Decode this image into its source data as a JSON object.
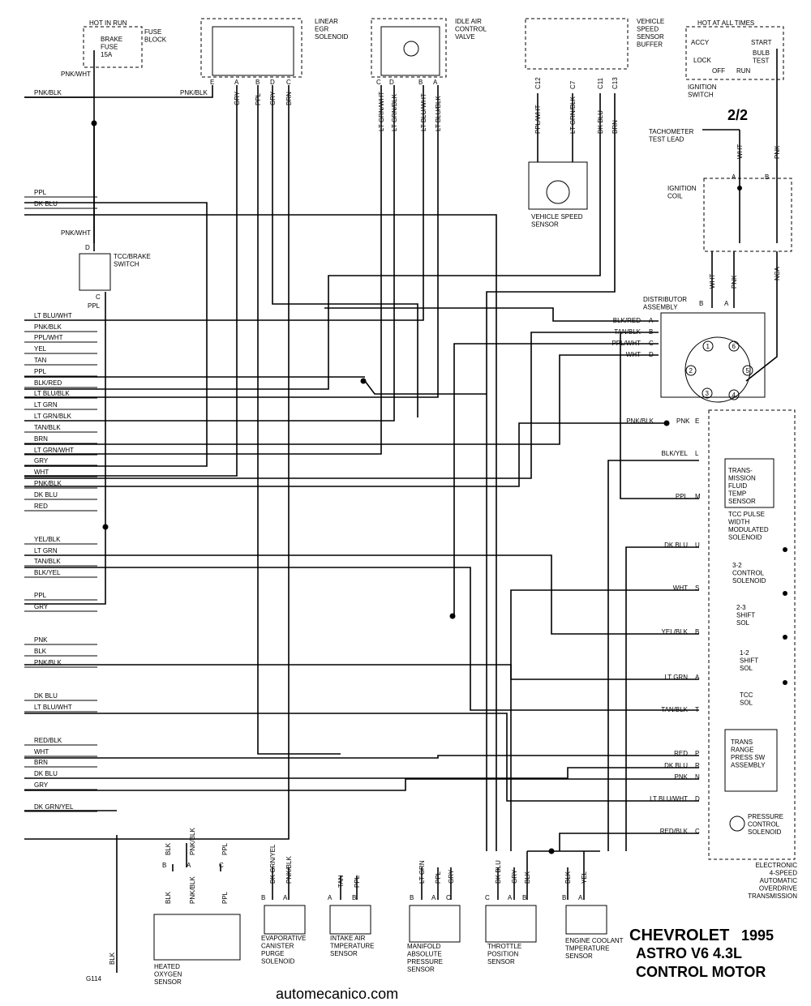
{
  "left_wires": [
    "PNK/WHT",
    "PNK/BLK",
    "PPL",
    "DK BLU",
    "PNK/WHT",
    "LT BLU/WHT",
    "PNK/BLK",
    "PPL/WHT",
    "YEL",
    "TAN",
    "PPL",
    "BLK/RED",
    "LT BLU/BLK",
    "LT GRN",
    "LT GRN/BLK",
    "TAN/BLK",
    "BRN",
    "LT GRN/WHT",
    "GRY",
    "WHT",
    "PNK/BLK",
    "DK BLU",
    "RED",
    "YEL/BLK",
    "LT GRN",
    "TAN/BLK",
    "BLK/YEL",
    "PPL",
    "GRY",
    "PNK",
    "BLK",
    "PNK/BLK",
    "DK BLU",
    "LT BLU/WHT",
    "RED/BLK",
    "WHT",
    "BRN",
    "DK BLU",
    "GRY",
    "DK GRN/YEL"
  ],
  "fuse": {
    "hot": "HOT IN RUN",
    "name": "BRAKE\nFUSE\n15A",
    "block": "FUSE\nBLOCK"
  },
  "tcc": {
    "name": "TCC/BRAKE\nSWITCH",
    "pinD": "D",
    "pinC": "C",
    "wireC": "PPL"
  },
  "egr": {
    "name": "LINEAR\nEGR\nSOLENOID",
    "pins": [
      "E",
      "A",
      "B",
      "D",
      "C"
    ],
    "wires": [
      "PNK/BLK",
      "GRY",
      "PPL",
      "GRY",
      "BRN"
    ]
  },
  "iac": {
    "name": "IDLE AIR\nCONTROL\nVALVE",
    "pins": [
      "C",
      "D",
      "B",
      "A"
    ],
    "wires": [
      "LT GRN/WHT",
      "LT GRN/BLK",
      "LT BLU/WHT",
      "LT BLU/BLK"
    ]
  },
  "vss_buffer": {
    "name": "VEHICLE\nSPEED\nSENSOR\nBUFFER",
    "pins": [
      "C12",
      "C7",
      "C11",
      "C13"
    ],
    "wires": [
      "PPL/WHT",
      "LT GRN/BLK",
      "DK BLU",
      "BRN"
    ]
  },
  "vss": {
    "name": "VEHICLE SPEED\nSENSOR"
  },
  "ign_switch": {
    "hot": "HOT AT ALL TIMES",
    "labels": [
      "ACCY",
      "START",
      "LOCK",
      "BULB\nTEST",
      "OFF",
      "RUN"
    ],
    "name": "IGNITION\nSWITCH"
  },
  "page_ref": "2/2",
  "tach": {
    "name": "TACHOMETER\nTEST LEAD",
    "wires": [
      "WHT",
      "PNK"
    ],
    "pins": [
      "A",
      "B"
    ]
  },
  "coil": {
    "name": "IGNITION\nCOIL",
    "wires": [
      "WHT",
      "PNK",
      "NCA"
    ],
    "pins": [
      "B",
      "A"
    ]
  },
  "distributor": {
    "name": "DISTRIBUTOR\nASSEMBLY",
    "pins": [
      "A",
      "B",
      "C",
      "D"
    ],
    "wires": [
      "BLK/RED",
      "TAN/BLK",
      "PPL/WHT",
      "WHT"
    ],
    "cylinders": [
      "1",
      "2",
      "3",
      "4",
      "5",
      "6"
    ]
  },
  "transmission": {
    "pins": [
      {
        "wire": "PNK/BLK",
        "pin": "E"
      },
      {
        "wire": "PNK",
        "pin": "E"
      },
      {
        "wire": "BLK/YEL",
        "pin": "L"
      },
      {
        "wire": "PPL",
        "pin": "M"
      },
      {
        "wire": "DK BLU",
        "pin": "U"
      },
      {
        "wire": "WHT",
        "pin": "S"
      },
      {
        "wire": "YEL/BLK",
        "pin": "B"
      },
      {
        "wire": "LT GRN",
        "pin": "A"
      },
      {
        "wire": "TAN/BLK",
        "pin": "T"
      },
      {
        "wire": "RED",
        "pin": "P"
      },
      {
        "wire": "DK BLU",
        "pin": "R"
      },
      {
        "wire": "PNK",
        "pin": "N"
      },
      {
        "wire": "LT BLU/WHT",
        "pin": "D"
      },
      {
        "wire": "RED/BLK",
        "pin": "C"
      }
    ],
    "components": [
      "TRANS-\nMISSION\nFLUID\nTEMP\nSENSOR",
      "TCC PULSE\nWIDTH\nMODULATED\nSOLENOID",
      "3-2\nCONTROL\nSOLENOID",
      "2-3\nSHIFT\nSOL",
      "1-2\nSHIFT\nSOL",
      "TCC\nSOL",
      "TRANS\nRANGE\nPRESS SW\nASSEMBLY",
      "PRESSURE\nCONTROL\nSOLENOID"
    ],
    "name": "ELECTRONIC\n4-SPEED\nAUTOMATIC\nOVERDRIVE\nTRANSMISSION"
  },
  "o2": {
    "pins": [
      "B",
      "A",
      "C"
    ],
    "wires": [
      "BLK",
      "PNK/BLK",
      "PPL"
    ],
    "name": "HEATED\nOXYGEN\nSENSOR",
    "ground": "BLK",
    "g": "G114"
  },
  "evap": {
    "pins": [
      "B",
      "A"
    ],
    "wires": [
      "DK GRN/YEL",
      "PNK/BLK"
    ],
    "name": "EVAPORATIVE\nCANISTER\nPURGE\nSOLENOID"
  },
  "iat": {
    "pins": [
      "A",
      "B"
    ],
    "wires": [
      "TAN",
      "PPL"
    ],
    "name": "INTAKE AIR\nTMPERATURE\nSENSOR"
  },
  "map": {
    "pins": [
      "B",
      "A",
      "C"
    ],
    "wires": [
      "LT GRN",
      "PPL",
      "GRY"
    ],
    "name": "MANIFOLD\nABSOLUTE\nPRESSURE\nSENSOR"
  },
  "tps": {
    "pins": [
      "C",
      "A",
      "B"
    ],
    "wires": [
      "DK BLU",
      "GRY",
      "BLK"
    ],
    "name": "THROTTLE\nPOSITION\nSENSOR"
  },
  "ect": {
    "pins": [
      "B",
      "A"
    ],
    "wires": [
      "BLK",
      "YEL"
    ],
    "name": "ENGINE COOLANT\nTMPERATURE\nSENSOR"
  },
  "title": {
    "make": "CHEVROLET",
    "year": "1995",
    "model": "ASTRO V6 4.3L",
    "sub": "CONTROL MOTOR"
  },
  "footer": "automecanico.com"
}
